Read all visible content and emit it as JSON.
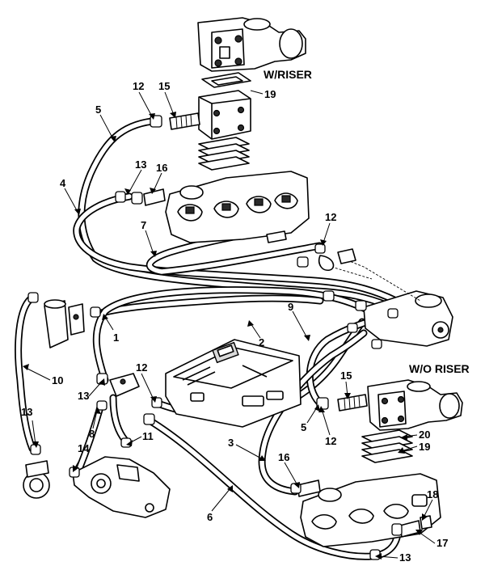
{
  "diagram": {
    "titles": {
      "with_riser": "W/RISER",
      "without_riser": "W/O RISER"
    },
    "callouts": {
      "c12a": "12",
      "c15a": "15",
      "c19a": "19",
      "c5a": "5",
      "c13a": "13",
      "c16a": "16",
      "c4": "4",
      "c7": "7",
      "c12b": "12",
      "c1": "1",
      "c2": "2",
      "c9": "9",
      "c10": "10",
      "c12c": "12",
      "c13b": "13",
      "c8": "8",
      "c11": "11",
      "c13c": "13",
      "c14": "14",
      "c15b": "15",
      "c5b": "5",
      "c12d": "12",
      "c20": "20",
      "c19b": "19",
      "c3": "3",
      "c16b": "16",
      "c6": "6",
      "c18": "18",
      "c17": "17",
      "c13d": "13"
    }
  }
}
